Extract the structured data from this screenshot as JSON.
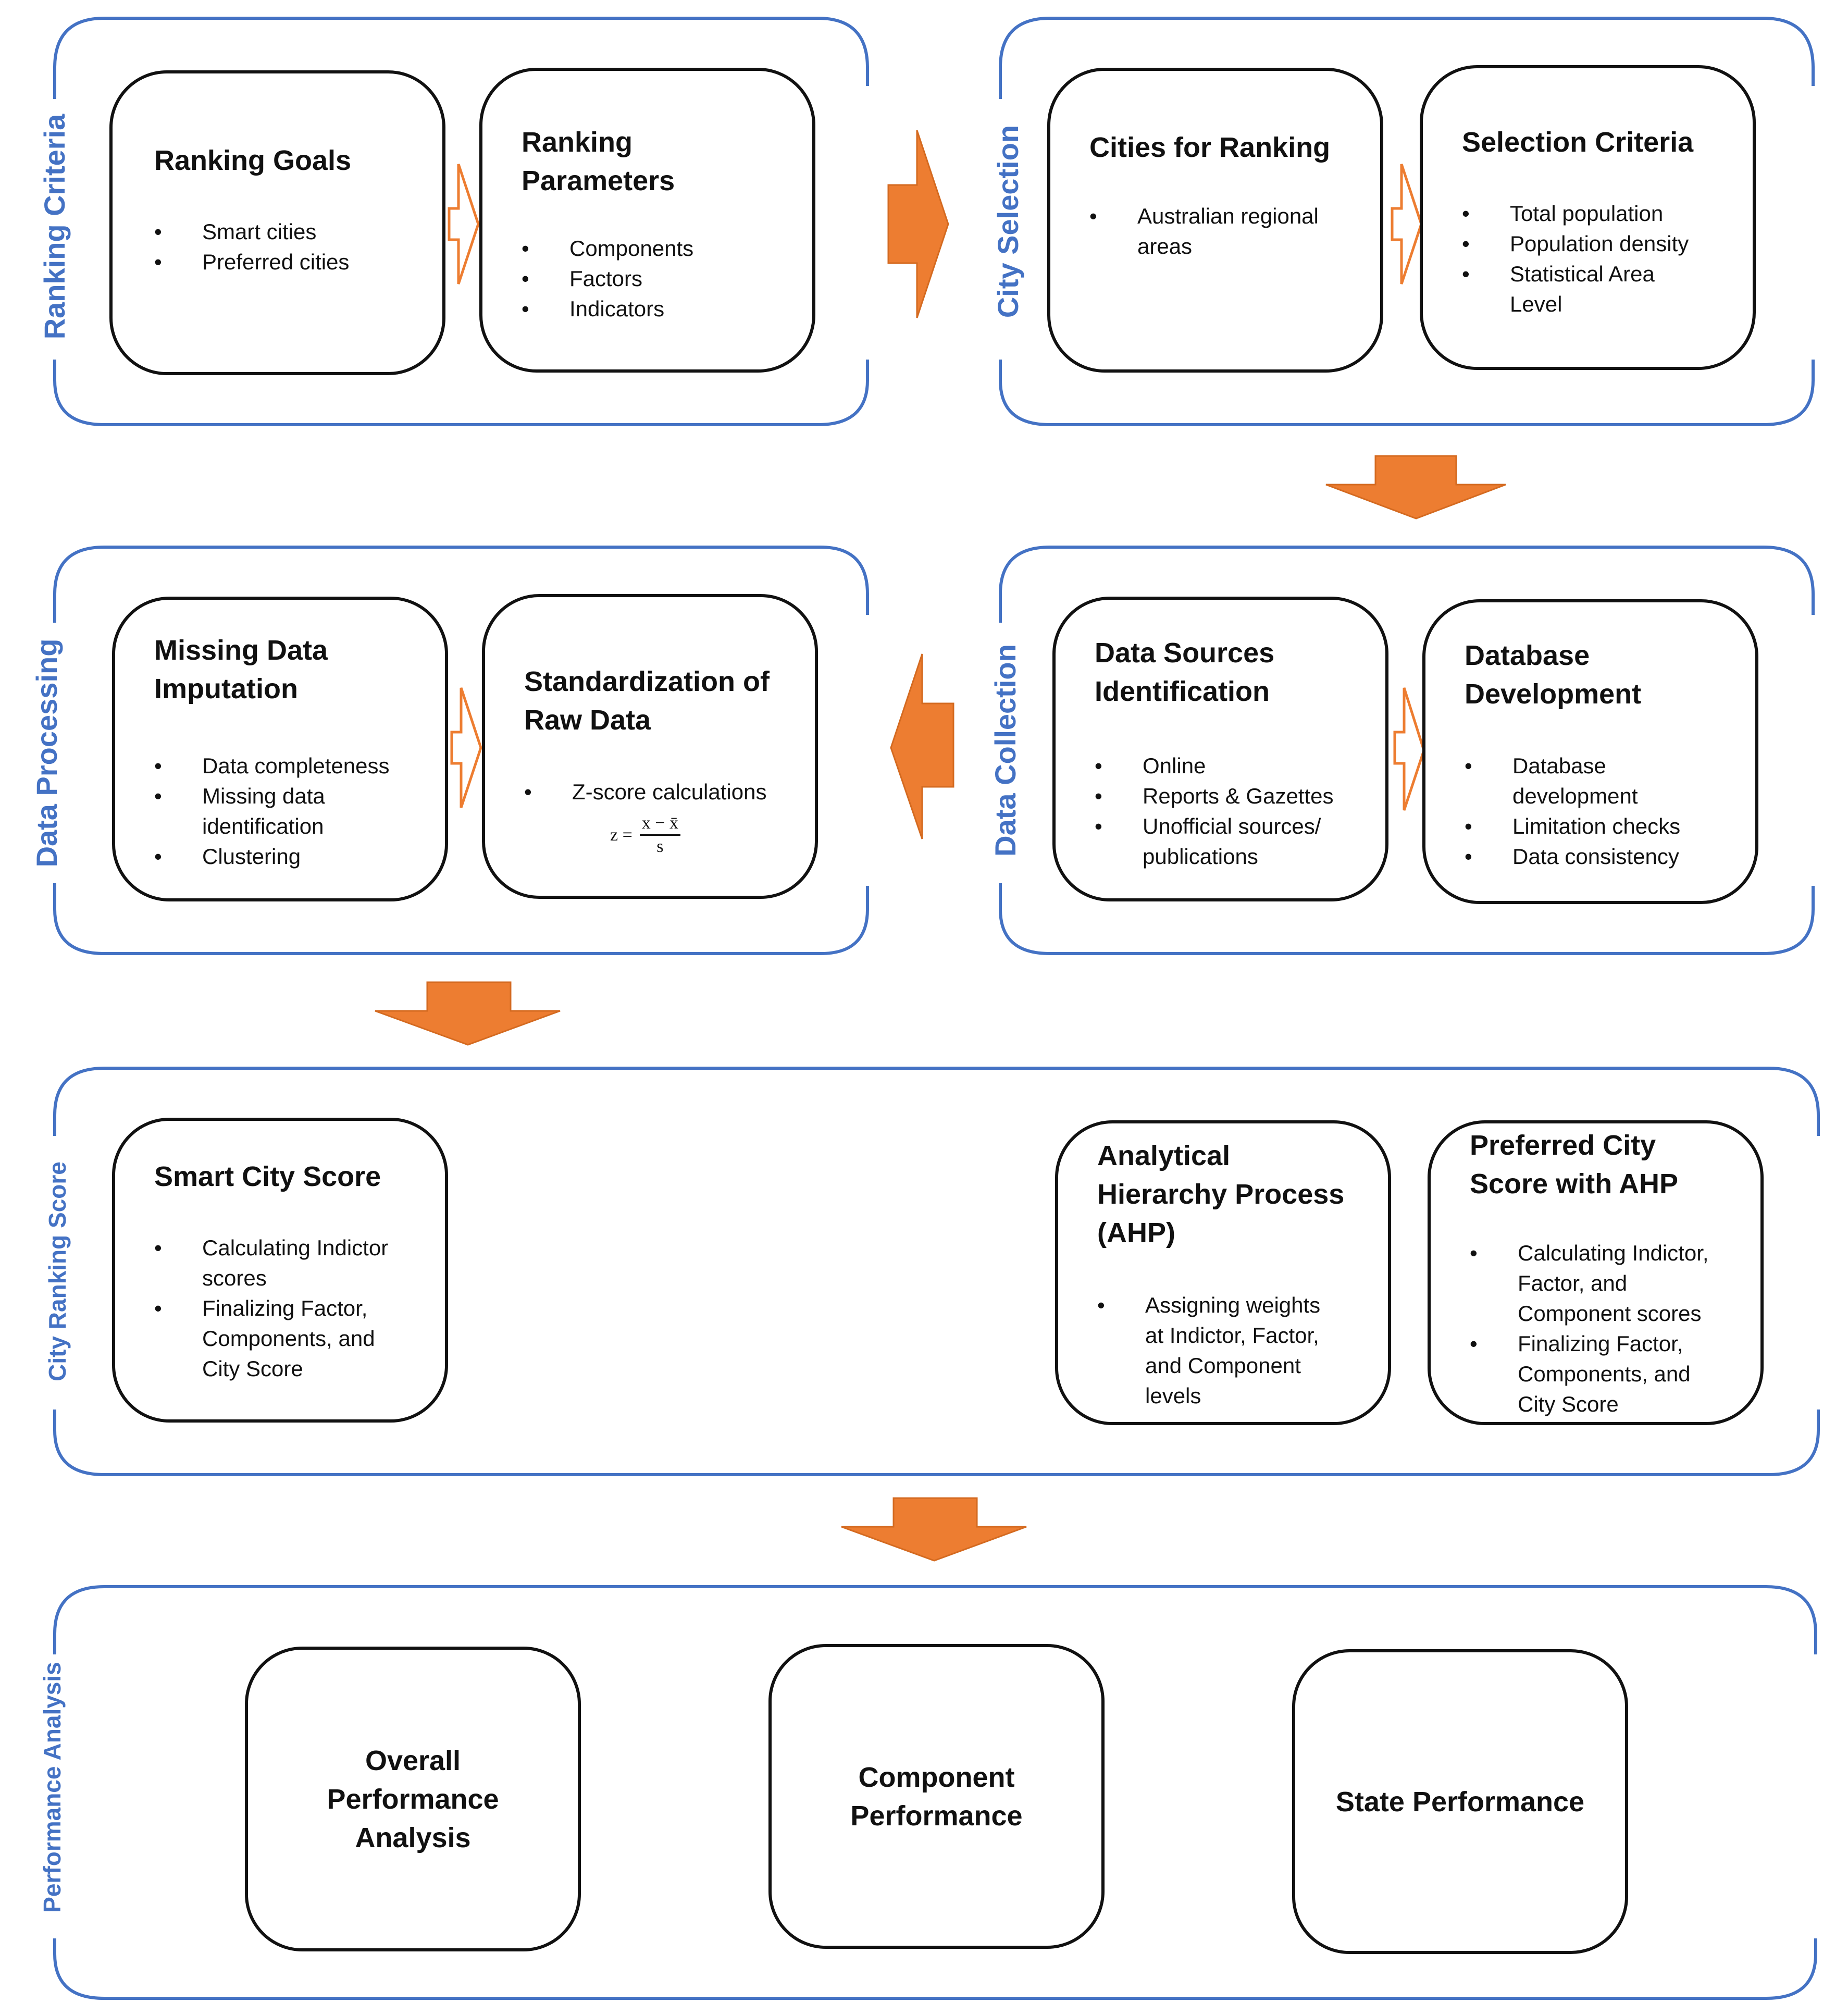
{
  "colors": {
    "frame": "#4472C4",
    "arrow": "#ED7D31",
    "box_border": "#111111"
  },
  "sections": {
    "ranking_criteria": "Ranking Criteria",
    "city_selection": "City Selection",
    "data_processing": "Data Processing",
    "data_collection": "Data Collection",
    "city_ranking_score": "City Ranking Score",
    "performance_analysis": "Performance Analysis"
  },
  "boxes": {
    "ranking_goals": {
      "title": "Ranking Goals",
      "items": [
        "Smart cities",
        "Preferred cities"
      ]
    },
    "ranking_parameters": {
      "title": "Ranking\nParameters",
      "items": [
        "Components",
        "Factors",
        "Indicators"
      ]
    },
    "cities_for_ranking": {
      "title": "Cities for Ranking",
      "items": [
        "Australian regional\nareas"
      ]
    },
    "selection_criteria": {
      "title": "Selection Criteria",
      "items": [
        "Total population",
        "Population density",
        "Statistical Area\nLevel"
      ]
    },
    "missing_data_imputation": {
      "title": "Missing Data\nImputation",
      "items": [
        "Data completeness",
        "Missing data\nidentification",
        "Clustering"
      ]
    },
    "standardization": {
      "title": "Standardization of\nRaw Data",
      "items": [
        "Z-score calculations"
      ]
    },
    "data_sources": {
      "title": "Data Sources\nIdentification",
      "items": [
        "Online",
        "Reports & Gazettes",
        "Unofficial sources/\npublications"
      ]
    },
    "database_development": {
      "title": "Database\nDevelopment",
      "items": [
        "Database\ndevelopment",
        "Limitation checks",
        "Data consistency"
      ]
    },
    "smart_city_score": {
      "title": "Smart City Score",
      "items": [
        "Calculating Indictor\nscores",
        "Finalizing  Factor,\nComponents,  and\nCity Score"
      ]
    },
    "ahp": {
      "title": "Analytical\nHierarchy Process\n(AHP)",
      "items": [
        "Assigning weights\nat Indictor,  Factor,\nand  Component\nlevels"
      ]
    },
    "preferred_city_score": {
      "title": "Preferred City\nScore with AHP",
      "items": [
        "Calculating Indictor,\nFactor,  and\nComponent  scores",
        "Finalizing  Factor,\nComponents,  and\nCity Score"
      ]
    },
    "overall_performance": {
      "title": "Overall\nPerformance\nAnalysis"
    },
    "component_performance": {
      "title": "Component\nPerformance"
    },
    "state_performance": {
      "title": "State Performance"
    }
  },
  "formula": {
    "lhs": "z =",
    "numerator": "x − x̄",
    "denominator": "s"
  }
}
